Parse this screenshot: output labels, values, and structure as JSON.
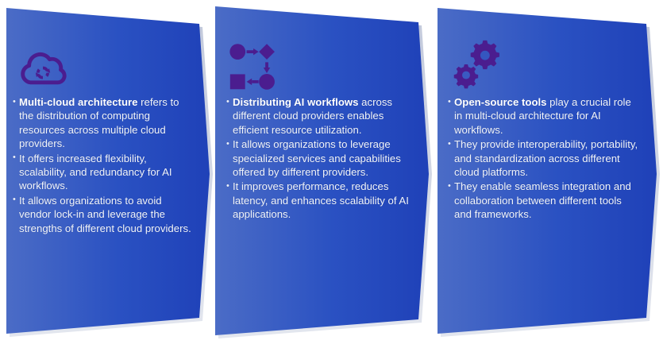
{
  "diagram": {
    "type": "chevron-process",
    "background_color": "#ffffff",
    "panel_gradient_start": "#4a6bc4",
    "panel_gradient_end": "#1f42ba",
    "panel_edge_color": "#2b55c7",
    "icon_color": "#4b1d8f",
    "text_color": "#f2f5fb",
    "bold_text_color": "#ffffff",
    "shadow_color": "rgba(120,132,168,0.45)",
    "panels": [
      {
        "id": "panel-1",
        "icon_name": "cloud-sync-icon",
        "bullets": [
          {
            "lead": "Multi-cloud architecture",
            "rest": " refers to the distribution of computing resources across multiple cloud providers."
          },
          {
            "lead": "",
            "rest": "It offers increased flexibility, scalability, and redundancy for AI workflows."
          },
          {
            "lead": "",
            "rest": "It allows organizations to avoid vendor lock-in and leverage the strengths of different cloud providers."
          }
        ]
      },
      {
        "id": "panel-2",
        "icon_name": "workflow-nodes-icon",
        "bullets": [
          {
            "lead": "Distributing AI workflows",
            "rest": " across different cloud providers enables efficient resource utilization."
          },
          {
            "lead": "",
            "rest": "It allows organizations to leverage specialized services and capabilities offered by different providers."
          },
          {
            "lead": "",
            "rest": "It improves performance, reduces latency, and enhances scalability of AI applications."
          }
        ]
      },
      {
        "id": "panel-3",
        "icon_name": "gears-icon",
        "bullets": [
          {
            "lead": "Open-source tools",
            "rest": " play a crucial role in multi-cloud architecture for AI workflows."
          },
          {
            "lead": "",
            "rest": "They provide interoperability, portability, and standardization across different cloud platforms."
          },
          {
            "lead": "",
            "rest": "They enable seamless integration and collaboration between different tools and frameworks."
          }
        ]
      }
    ]
  }
}
